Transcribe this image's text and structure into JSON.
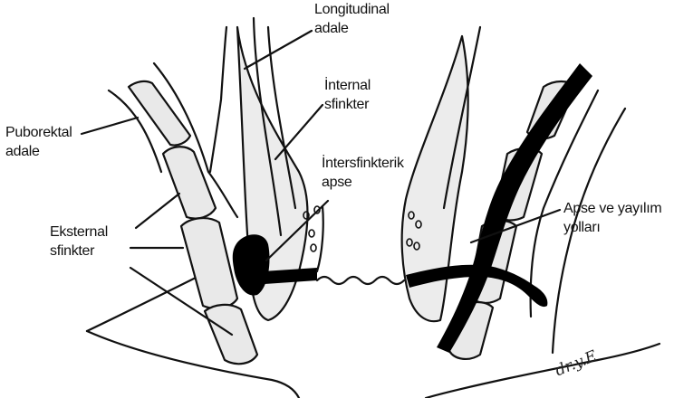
{
  "labels": {
    "longitudinal": [
      "Longitudinal",
      "adale"
    ],
    "internal": [
      "İnternal",
      "sfinkter"
    ],
    "puborektal": [
      "Puborektal",
      "adale"
    ],
    "intersfinkterik": [
      "İntersfinkterik",
      "apse"
    ],
    "eksternal": [
      "Eksternal",
      "sfinkter"
    ],
    "apse": [
      "Apse ve yayılım",
      "yolları"
    ]
  },
  "signature": "dr.y.E"
}
